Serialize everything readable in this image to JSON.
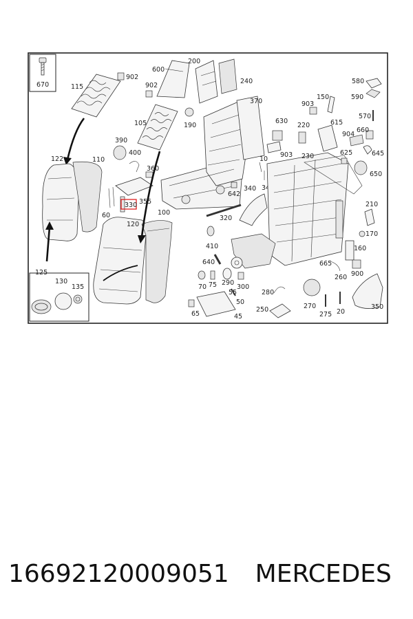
{
  "labels": {
    "l670": "670",
    "l115": "115",
    "l902a": "902",
    "l600": "600",
    "l200": "200",
    "l240": "240",
    "l580": "580",
    "l590": "590",
    "l370": "370",
    "l150": "150",
    "l903a": "903",
    "l570": "570",
    "l902b": "902",
    "l190": "190",
    "l105": "105",
    "l630": "630",
    "l220": "220",
    "l615": "615",
    "l904": "904",
    "l660": "660",
    "l390": "390",
    "l400": "400",
    "l625": "625",
    "l645": "645",
    "l122": "122",
    "l110": "110",
    "l903b": "903",
    "l230": "230",
    "l10": "10",
    "l360": "360",
    "l650": "650",
    "l642": "642",
    "l340": "340",
    "l345": "345",
    "l355": "355",
    "l330": "330",
    "l210": "210",
    "l100": "100",
    "l320": "320",
    "l60": "60",
    "l120": "120",
    "l170": "170",
    "l410": "410",
    "l160": "160",
    "l640": "640",
    "l665": "665",
    "l125": "125",
    "l130": "130",
    "l135": "135",
    "l900": "900",
    "l70": "70",
    "l75": "75",
    "l290": "290",
    "l300": "300",
    "l260": "260",
    "l280": "280",
    "l55": "55",
    "l50": "50",
    "l270": "270",
    "l350": "350",
    "l250": "250",
    "l65": "65",
    "l45": "45",
    "l275": "275",
    "l20": "20"
  },
  "caption": {
    "part_number": "16692120009051",
    "brand": "MERCEDES"
  },
  "colors": {
    "highlight": "#e02020",
    "line": "#333333"
  }
}
